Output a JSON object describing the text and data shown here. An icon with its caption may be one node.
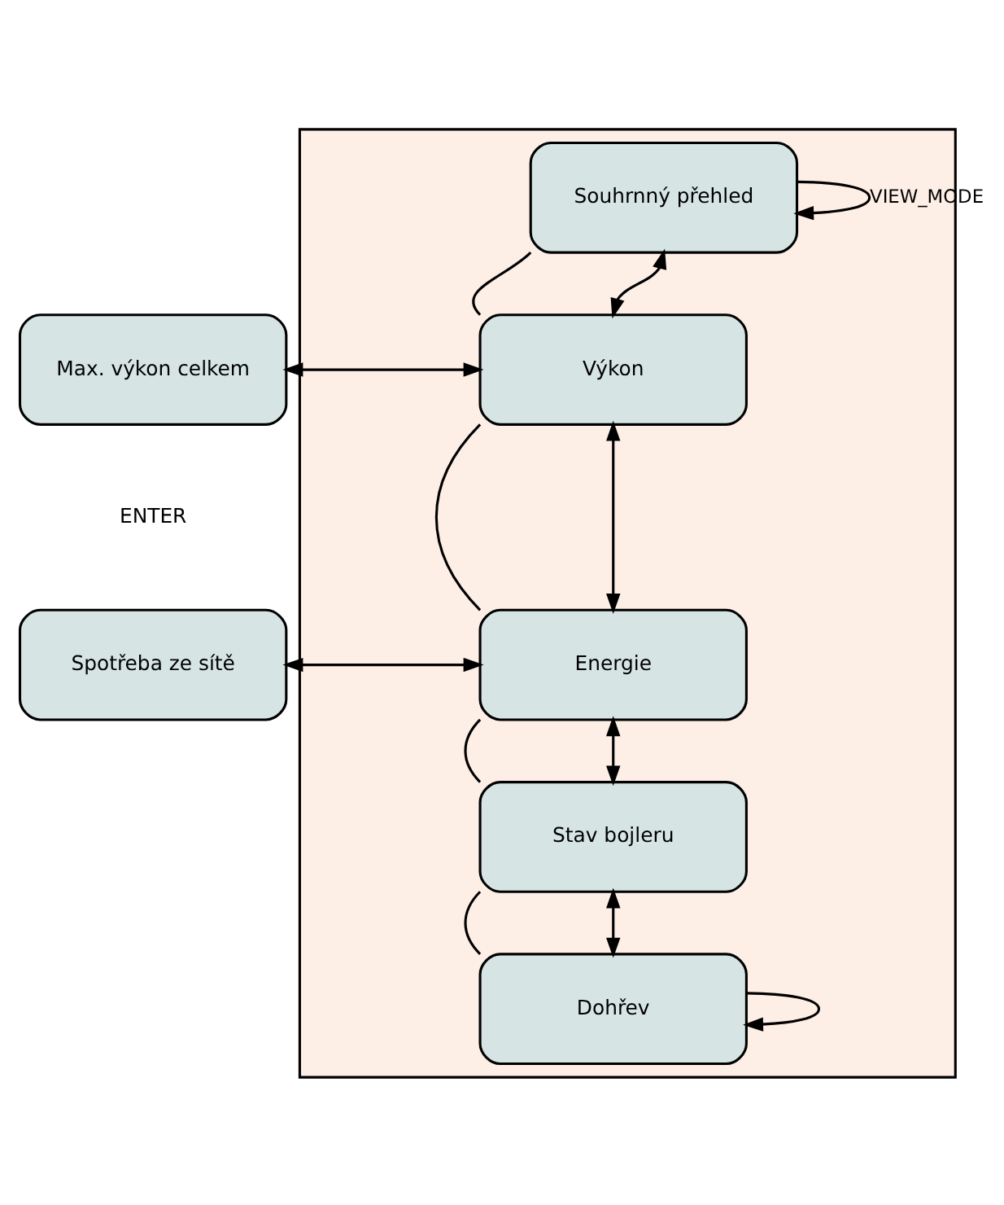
{
  "diagram": {
    "nodes": [
      {
        "text": [],
        "shape": "box"
      },
      {
        "text": [
          "Souhrnný přehled"
        ],
        "in": 0
      },
      {
        "text": [
          "Výkon"
        ],
        "in": 0
      },
      {
        "text": [
          "Energie"
        ],
        "in": 0
      },
      {
        "text": [
          "Stav bojleru"
        ],
        "in": 0
      },
      {
        "text": [
          "Dohřev"
        ],
        "in": 0
      },
      {
        "text": [
          "Max. výkon celkem"
        ]
      },
      {
        "text": [
          "Spotřeba ze sítě"
        ]
      }
    ],
    "edges": [
      {
        "from": 1,
        "to": 1,
        "arrow": "to",
        "label": "VIEW_MODE"
      },
      {
        "from": 1,
        "to": 2,
        "arrow": "none"
      },
      {
        "from": 1,
        "to": 2,
        "arrow": "both"
      },
      {
        "from": 6,
        "to": 2,
        "arrow": "both"
      },
      {
        "from": 2,
        "to": 3,
        "arrow": "none"
      },
      {
        "from": 2,
        "to": 3,
        "arrow": "both"
      },
      {
        "from": 7,
        "to": 3,
        "arrow": "both"
      },
      {
        "from": 3,
        "to": 4,
        "arrow": "none"
      },
      {
        "from": 3,
        "to": 4,
        "arrow": "both"
      },
      {
        "from": 4,
        "to": 5,
        "arrow": "none"
      },
      {
        "from": 4,
        "to": 5,
        "arrow": "both"
      },
      {
        "from": 5,
        "to": 5,
        "arrow": "to"
      }
    ],
    "labels": [
      "ENTER"
    ]
  }
}
